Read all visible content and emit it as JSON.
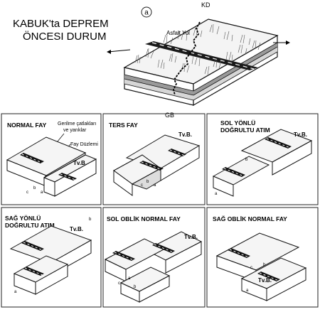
{
  "top": {
    "title_line1": "KABUK'ta DEPREM",
    "title_line2": "ÖNCESI DURUM",
    "badge": "a",
    "road_label": "Asfalt Yol",
    "north_label": "KD",
    "south_label": "GB"
  },
  "panels": [
    {
      "title_line1": "NORMAL FAY",
      "title_line2": "",
      "callout1_line1": "Gerilme çatlakları",
      "callout1_line2": "ve yarıklar",
      "callout2": "Fay Düzlemi",
      "block_label": "Tv.B.",
      "markers": [
        "c",
        "b",
        "a"
      ]
    },
    {
      "title_line1": "TERS FAY",
      "title_line2": "",
      "block_label": "Tv.B.",
      "markers": [
        "c",
        "b",
        "a"
      ]
    },
    {
      "title_line1": "SOL YÖNLÜ",
      "title_line2": "DOĞRULTU ATIM",
      "block_label": "Tv.B.",
      "markers": [
        "a",
        "b"
      ]
    },
    {
      "title_line1": "SAĞ YÖNLÜ",
      "title_line2": "DOĞRULTU ATIM",
      "block_label": "Tv.B.",
      "markers": [
        "b",
        "a"
      ]
    },
    {
      "title_line1": "SOL OBLİK  NORMAL FAY",
      "title_line2": "",
      "block_label": "Tv.B.",
      "markers": [
        "c",
        "a",
        "b"
      ]
    },
    {
      "title_line1": "SAĞ OBLİK  NORMAL FAY",
      "title_line2": "",
      "block_label": "Tv.B.",
      "markers": [
        "a",
        "c",
        "b"
      ]
    }
  ]
}
